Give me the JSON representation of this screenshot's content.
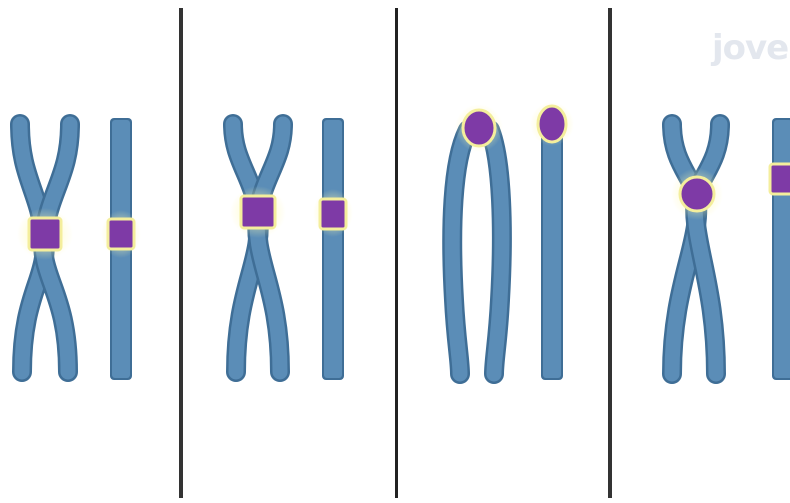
{
  "watermark": {
    "text": "jove"
  },
  "colors": {
    "chromatid": "#5b8db7",
    "chromatid_edge": "#3f6e96",
    "centromere": "#7e3aa6",
    "centromere_glow": "#f4ee9c",
    "divider": "#333333",
    "background": "#ffffff"
  },
  "panels": [
    {
      "name": "metacentric-panel",
      "centromere_position": "middle"
    },
    {
      "name": "submetacentric-panel",
      "centromere_position": "slightly-above-middle"
    },
    {
      "name": "telocentric-panel",
      "centromere_position": "end"
    },
    {
      "name": "acrocentric-panel",
      "centromere_position": "near-end"
    }
  ]
}
